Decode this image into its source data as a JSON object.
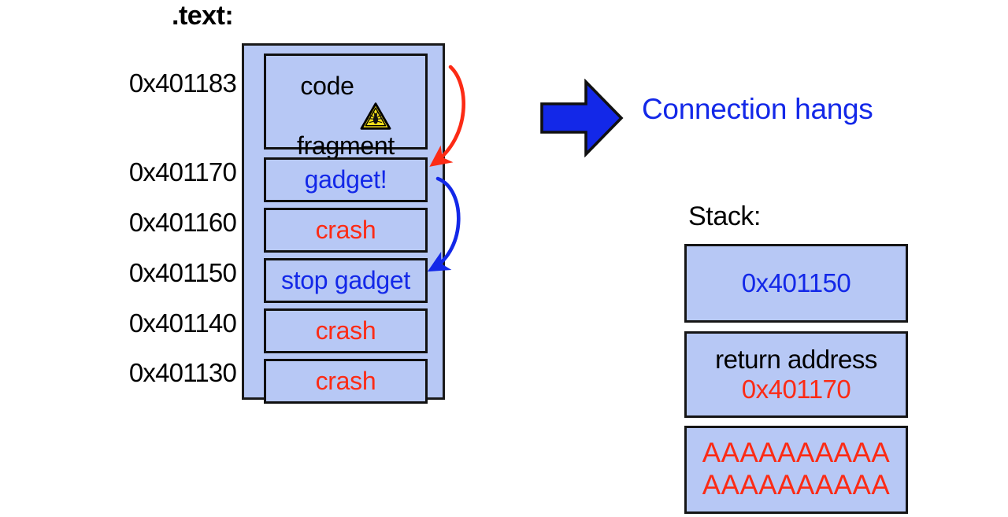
{
  "diagram": {
    "section_label": ".text:",
    "connection_status": "Connection hangs",
    "stack_label": "Stack:",
    "colors": {
      "box_fill": "#b7c8f5",
      "box_border": "#101010",
      "blue_text": "#1328e8",
      "red_text": "#fc2b15",
      "black_text": "#000000",
      "block_arrow_fill": "#1328e8",
      "red_arrow": "#fc2b15",
      "blue_arrow": "#1328e8",
      "warning_yellow": "#f5e019"
    }
  },
  "text_segment": {
    "rows": [
      {
        "address": "0x401183",
        "label": "code\nfragment",
        "color": "black",
        "icon": "bug-warning-icon",
        "tall": true
      },
      {
        "address": "0x401170",
        "label": "gadget!",
        "color": "blue",
        "icon": null,
        "tall": false
      },
      {
        "address": "0x401160",
        "label": "crash",
        "color": "red",
        "icon": null,
        "tall": false
      },
      {
        "address": "0x401150",
        "label": "stop gadget",
        "color": "blue",
        "icon": null,
        "tall": false
      },
      {
        "address": "0x401140",
        "label": "crash",
        "color": "red",
        "icon": null,
        "tall": false
      },
      {
        "address": "0x401130",
        "label": "crash",
        "color": "red",
        "icon": null,
        "tall": false
      }
    ]
  },
  "arrows": {
    "red_arrow": {
      "from": "code fragment",
      "to": "gadget!",
      "color": "#fc2b15"
    },
    "blue_arrow": {
      "from": "gadget!",
      "to": "stop gadget",
      "color": "#1328e8"
    }
  },
  "stack": {
    "entries": [
      {
        "lines": [
          {
            "text": "0x401150",
            "color": "blue"
          }
        ]
      },
      {
        "lines": [
          {
            "text": "return address",
            "color": "black"
          },
          {
            "text": "0x401170",
            "color": "red"
          }
        ]
      },
      {
        "lines": [
          {
            "text": "AAAAAAAAAA",
            "color": "red"
          },
          {
            "text": "AAAAAAAAAA",
            "color": "red"
          }
        ]
      }
    ]
  }
}
